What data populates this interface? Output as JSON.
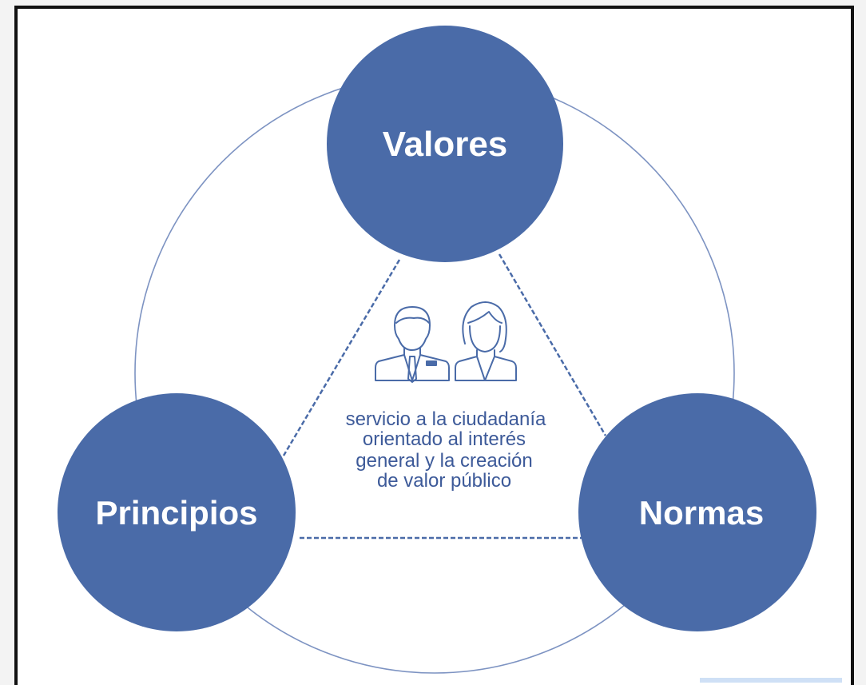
{
  "colors": {
    "node_fill": "#4a6ba8",
    "outline": "#7d93c2",
    "dashed_line": "#4a6ba8",
    "text": "#3d5a99",
    "icon_stroke": "#4a6ba8",
    "frame_border": "#111111"
  },
  "nodes": {
    "top": {
      "label": "Valores"
    },
    "left": {
      "label": "Principios"
    },
    "right": {
      "label": "Normas"
    }
  },
  "center": {
    "icons": [
      "man-in-suit-icon",
      "woman-icon"
    ],
    "lines": [
      "servicio a la ciudadanía",
      "orientado al interés",
      "general y la creación",
      "de valor público"
    ]
  }
}
